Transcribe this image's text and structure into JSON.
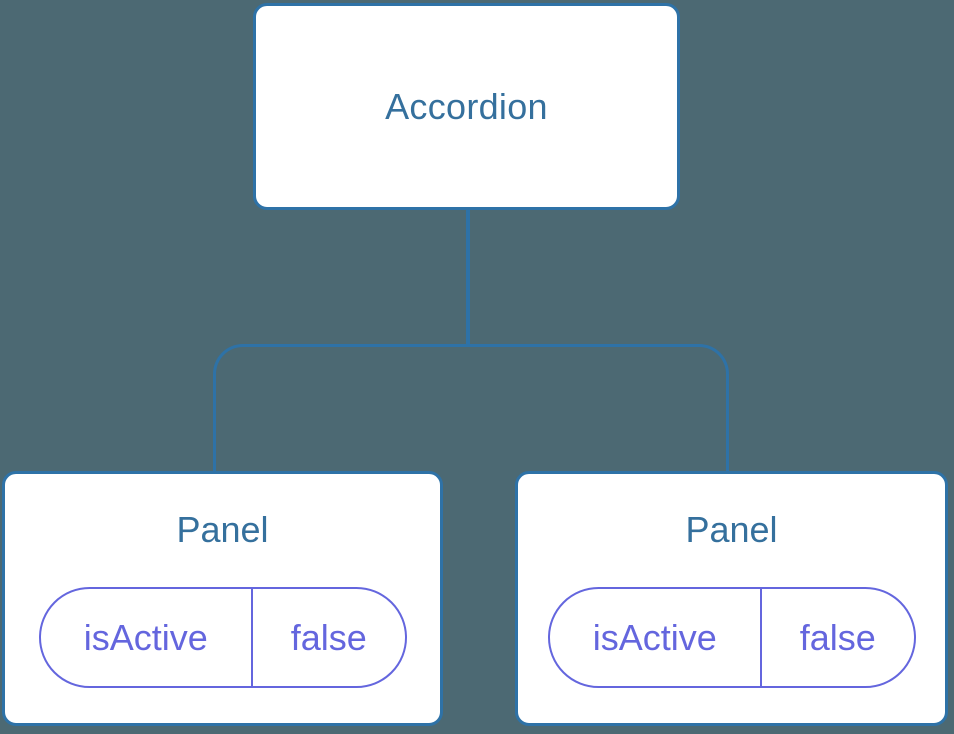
{
  "colors": {
    "background": "#4C6973",
    "box_border": "#2E72A7",
    "box_bg": "#FFFFFF",
    "title_text": "#35709D",
    "connector": "#2E72A7",
    "pill_border": "#6466DE",
    "pill_text": "#6466DE"
  },
  "tree": {
    "root": {
      "label": "Accordion"
    },
    "children": [
      {
        "label": "Panel",
        "prop": {
          "name": "isActive",
          "value": "false"
        }
      },
      {
        "label": "Panel",
        "prop": {
          "name": "isActive",
          "value": "false"
        }
      }
    ]
  }
}
